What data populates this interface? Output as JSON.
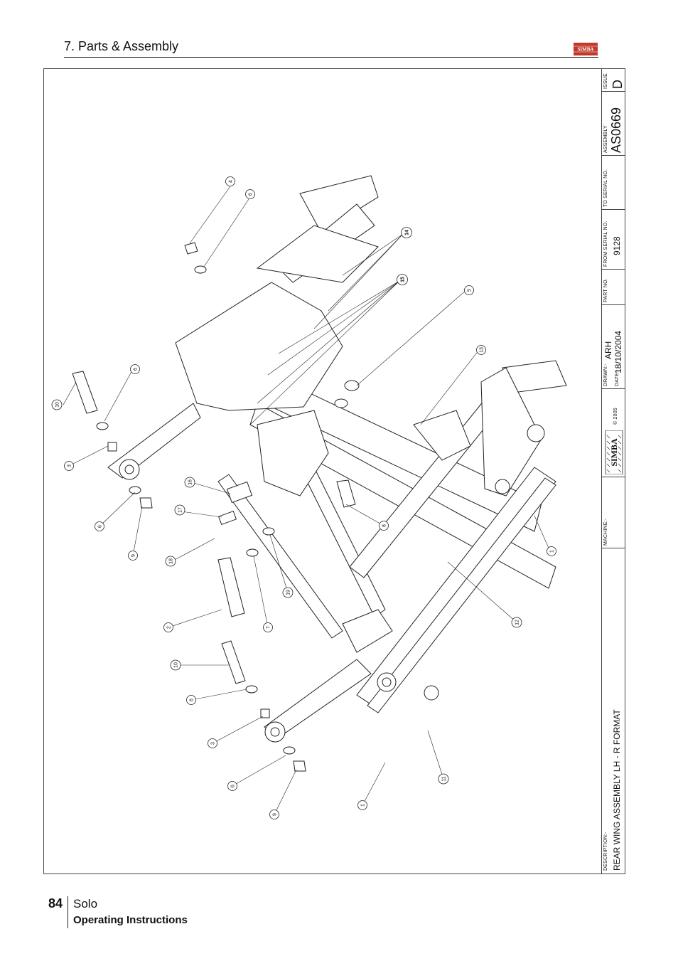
{
  "header": {
    "section_title": "7. Parts & Assembly"
  },
  "brand": {
    "name": "SIMBA",
    "accent_color": "#c0392b"
  },
  "title_block": {
    "issue_label": "ISSUE",
    "issue_value": "D",
    "assembly_label": "ASSEMBLY",
    "assembly_value": "AS0669",
    "to_serial_label": "TO SERIAL NO.",
    "to_serial_value": "",
    "from_serial_label": "FROM SERIAL NO.",
    "from_serial_value": "9128",
    "part_no_label": "PART NO.",
    "part_no_value": "",
    "drawn_label": "DRAWN:-",
    "drawn_value": "ARH",
    "date_label": "DATE:-",
    "date_value": "18/10/2004",
    "copyright": "© 2005",
    "machine_label": "MACHINE:-",
    "machine_value": "",
    "description_label": "DESCRIPTION:-",
    "description_value": "REAR WING ASSEMBLY LH - R FORMAT"
  },
  "callouts": [
    "4",
    "6",
    "14",
    "15",
    "5",
    "13",
    "6",
    "10",
    "3",
    "6",
    "9",
    "16",
    "17",
    "18",
    "8",
    "1",
    "2",
    "7",
    "19",
    "12",
    "10",
    "6",
    "3",
    "6",
    "9",
    "1",
    "11"
  ],
  "footer": {
    "page_number": "84",
    "product": "Solo",
    "subtitle": "Operating Instructions"
  }
}
